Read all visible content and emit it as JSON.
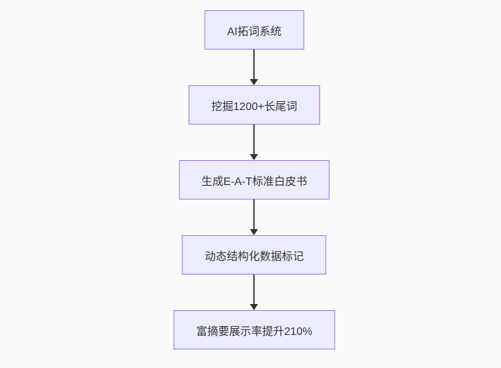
{
  "diagram": {
    "type": "flowchart-top-down",
    "colors": {
      "background": "#fafafa",
      "node_fill": "#ECECFF",
      "node_border": "#9370DB",
      "node_text": "#333333",
      "arrow": "#333333"
    },
    "nodes": [
      {
        "id": "n1",
        "label": "AI拓词系统"
      },
      {
        "id": "n2",
        "label": "挖掘1200+长尾词"
      },
      {
        "id": "n3",
        "label": "生成E-A-T标准白皮书"
      },
      {
        "id": "n4",
        "label": "动态结构化数据标记"
      },
      {
        "id": "n5",
        "label": "富摘要展示率提升210%"
      }
    ],
    "edges": [
      {
        "from": "n1",
        "to": "n2"
      },
      {
        "from": "n2",
        "to": "n3"
      },
      {
        "from": "n3",
        "to": "n4"
      },
      {
        "from": "n4",
        "to": "n5"
      }
    ]
  }
}
